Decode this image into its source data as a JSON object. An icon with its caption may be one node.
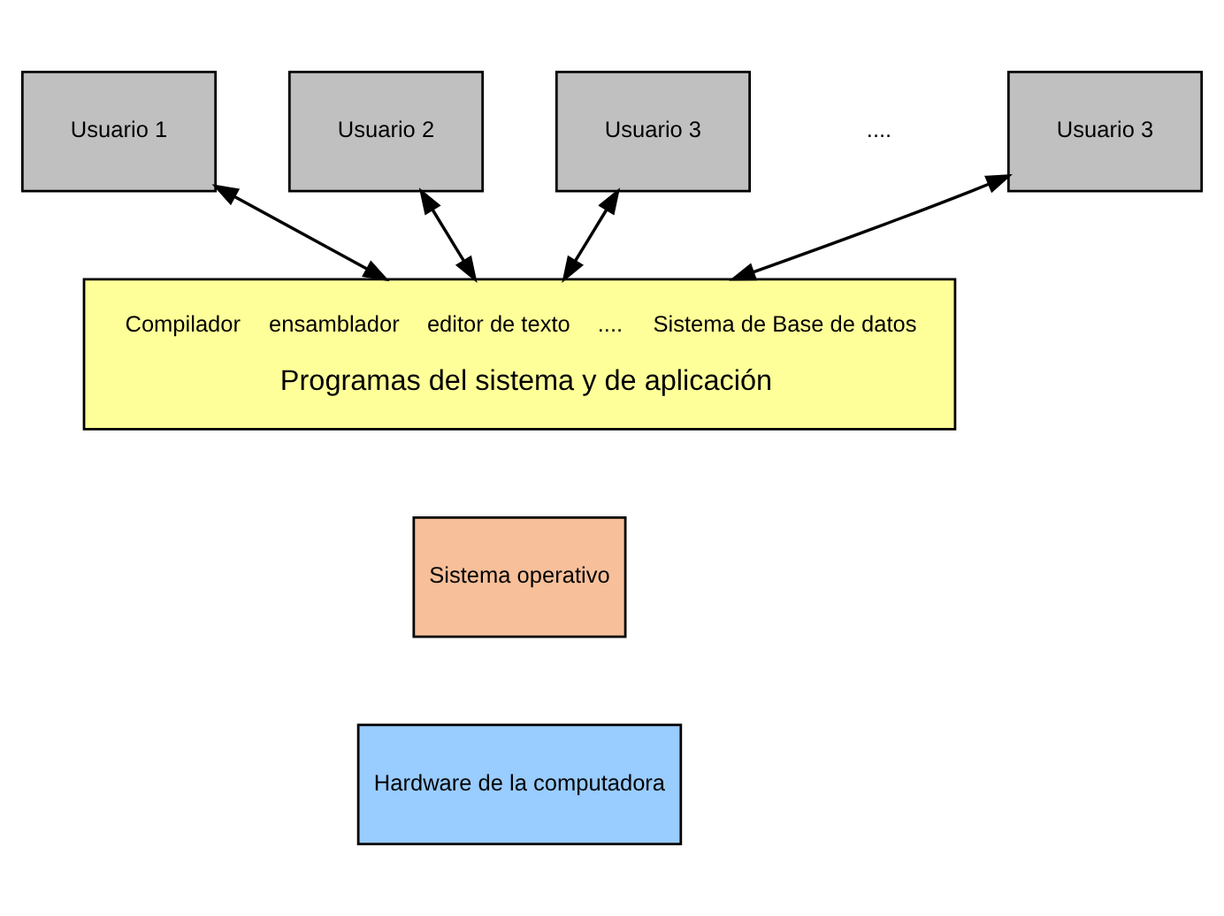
{
  "diagram": {
    "nodes": [
      {
        "text": [
          "Usuario 1"
        ]
      },
      {
        "text": [
          "Usuario 2"
        ]
      },
      {
        "text": [
          "Usuario 3"
        ]
      },
      {
        "text": [
          "Usuario 3"
        ]
      },
      {
        "text": [
          "Compilador",
          "ensamblador",
          "editor de texto",
          "....",
          "Sistema de Base de datos",
          "Programas del sistema y de aplicación"
        ]
      },
      {
        "text": [
          "Sistema operativo"
        ]
      },
      {
        "text": [
          "Hardware de la computadora"
        ]
      }
    ],
    "edges": [
      {
        "from": 0,
        "to": 4,
        "arrow": "both"
      },
      {
        "from": 1,
        "to": 4,
        "arrow": "both"
      },
      {
        "from": 2,
        "to": 4,
        "arrow": "both"
      },
      {
        "from": 3,
        "to": 4,
        "arrow": "both"
      }
    ],
    "labels": [
      "...."
    ]
  }
}
